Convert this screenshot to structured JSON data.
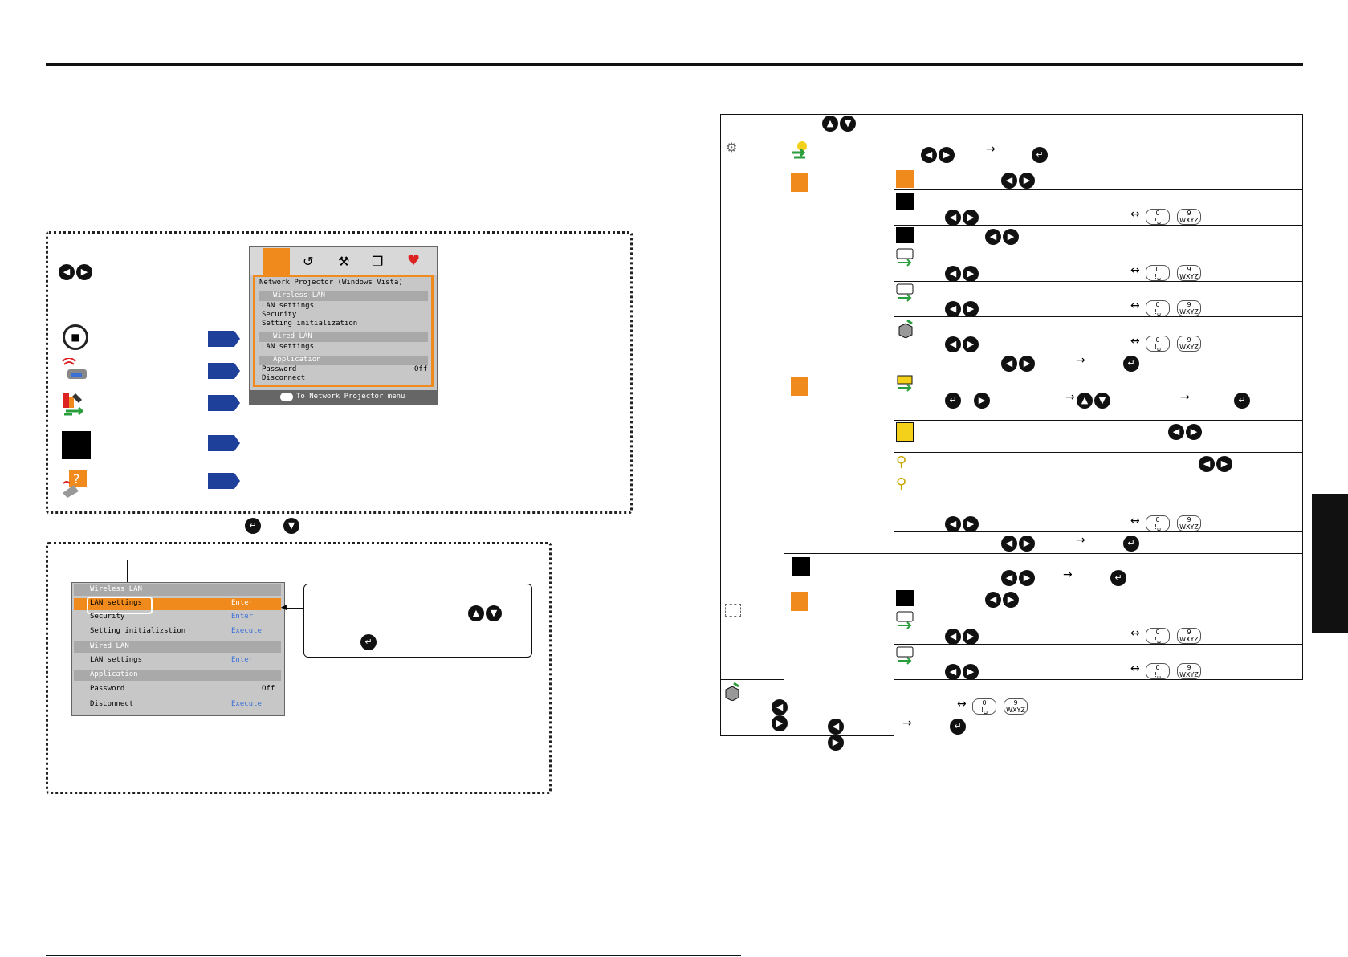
{
  "menu": {
    "title": "Network Projector (Windows Vista)",
    "wireless_lan": "Wireless LAN",
    "lan_settings": "LAN settings",
    "security": "Security",
    "setting_initialization": "Setting initialization",
    "wired_lan": "Wired LAN",
    "lan_settings_2": "LAN settings",
    "application": "Application",
    "password": "Password",
    "password_value": "Off",
    "disconnect": "Disconnect",
    "footer": "To Network Projector menu"
  },
  "zoom_menu": {
    "wireless_lan": "Wireless LAN",
    "lan_settings": "LAN settings",
    "lan_settings_action": "Enter",
    "security": "Security",
    "security_action": "Enter",
    "setting_initialization": "Setting initializstion",
    "setting_initialization_action": "Execute",
    "wired_lan": "Wired LAN",
    "lan_settings_2": "LAN settings",
    "lan_settings_2_action": "Enter",
    "application": "Application",
    "password": "Password",
    "password_value": "Off",
    "disconnect": "Disconnect",
    "disconnect_action": "Execute"
  },
  "keys": {
    "key_0_top": "0",
    "key_0_bottom": "!␣",
    "key_9_top": "9",
    "key_9_bottom": "WXYZ"
  },
  "colors": {
    "accent_orange": "#f08a1c",
    "ref_blue": "#1e3f9a",
    "osd_grey": "#c7c7c7"
  },
  "icons": [
    "left-right-buttons-icon",
    "network-projector-icon",
    "wireless-icon",
    "lan-tools-icon",
    "black-square-icon",
    "help-icon",
    "enter-button-icon",
    "down-button-icon",
    "up-down-buttons-icon"
  ]
}
